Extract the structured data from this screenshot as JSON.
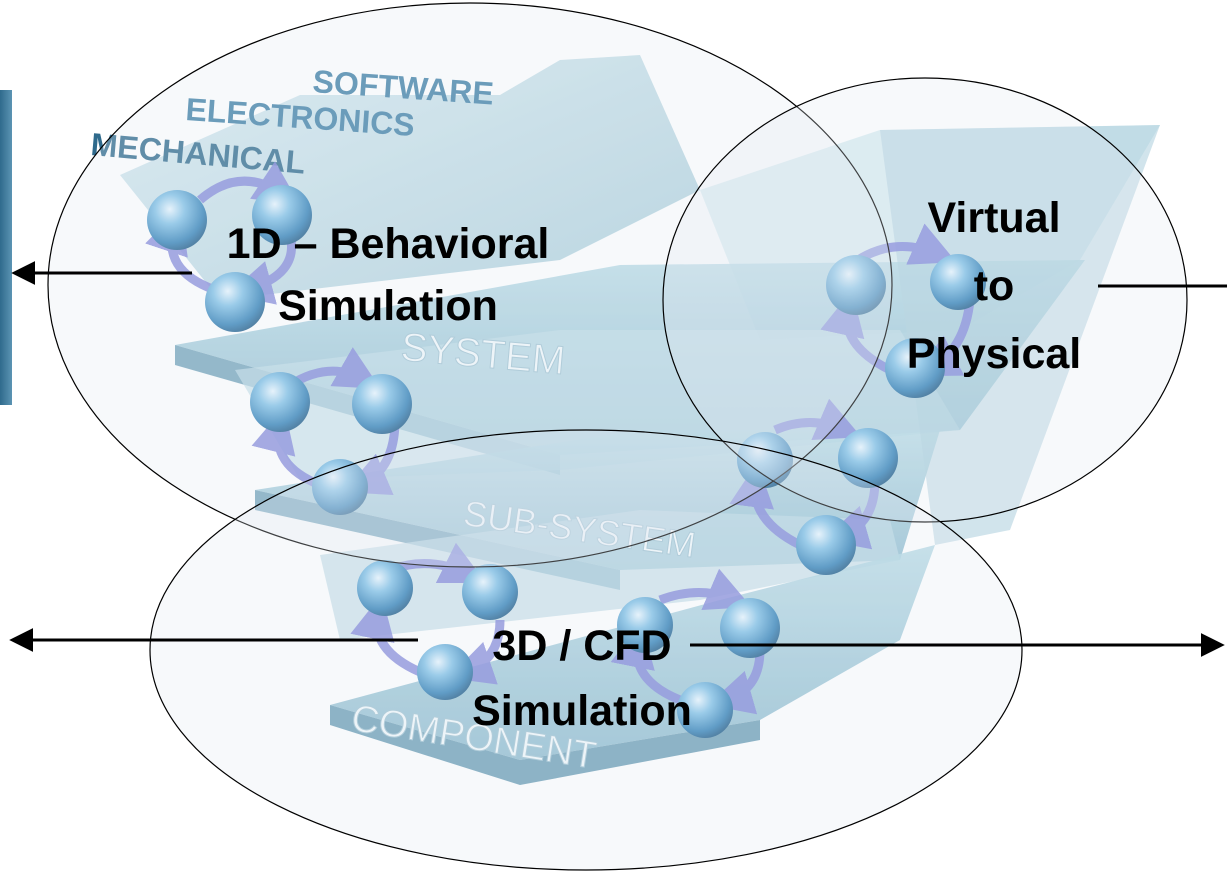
{
  "diagram": {
    "levels": {
      "software": "SOFTWARE",
      "electronics": "ELECTRONICS",
      "mechanical": "MECHANICAL",
      "system": "SYSTEM",
      "sub_system": "SUB-SYSTEM",
      "component": "COMPONENT"
    },
    "regions": {
      "behavioral": {
        "line1": "1D – Behavioral",
        "line2": "Simulation"
      },
      "virtual": {
        "line1": "Virtual",
        "line2": "to",
        "line3": "Physical"
      },
      "cfd": {
        "line1": "3D / CFD",
        "line2": "Simulation"
      }
    },
    "colors": {
      "steel_blue": "#8fc3d6",
      "deep_blue": "#3d7fa6",
      "sphere": "#3b8fc4",
      "cycle_arrow": "#7b7fd8",
      "ellipse_fill": "#e3ebef",
      "text": "#000000"
    }
  }
}
